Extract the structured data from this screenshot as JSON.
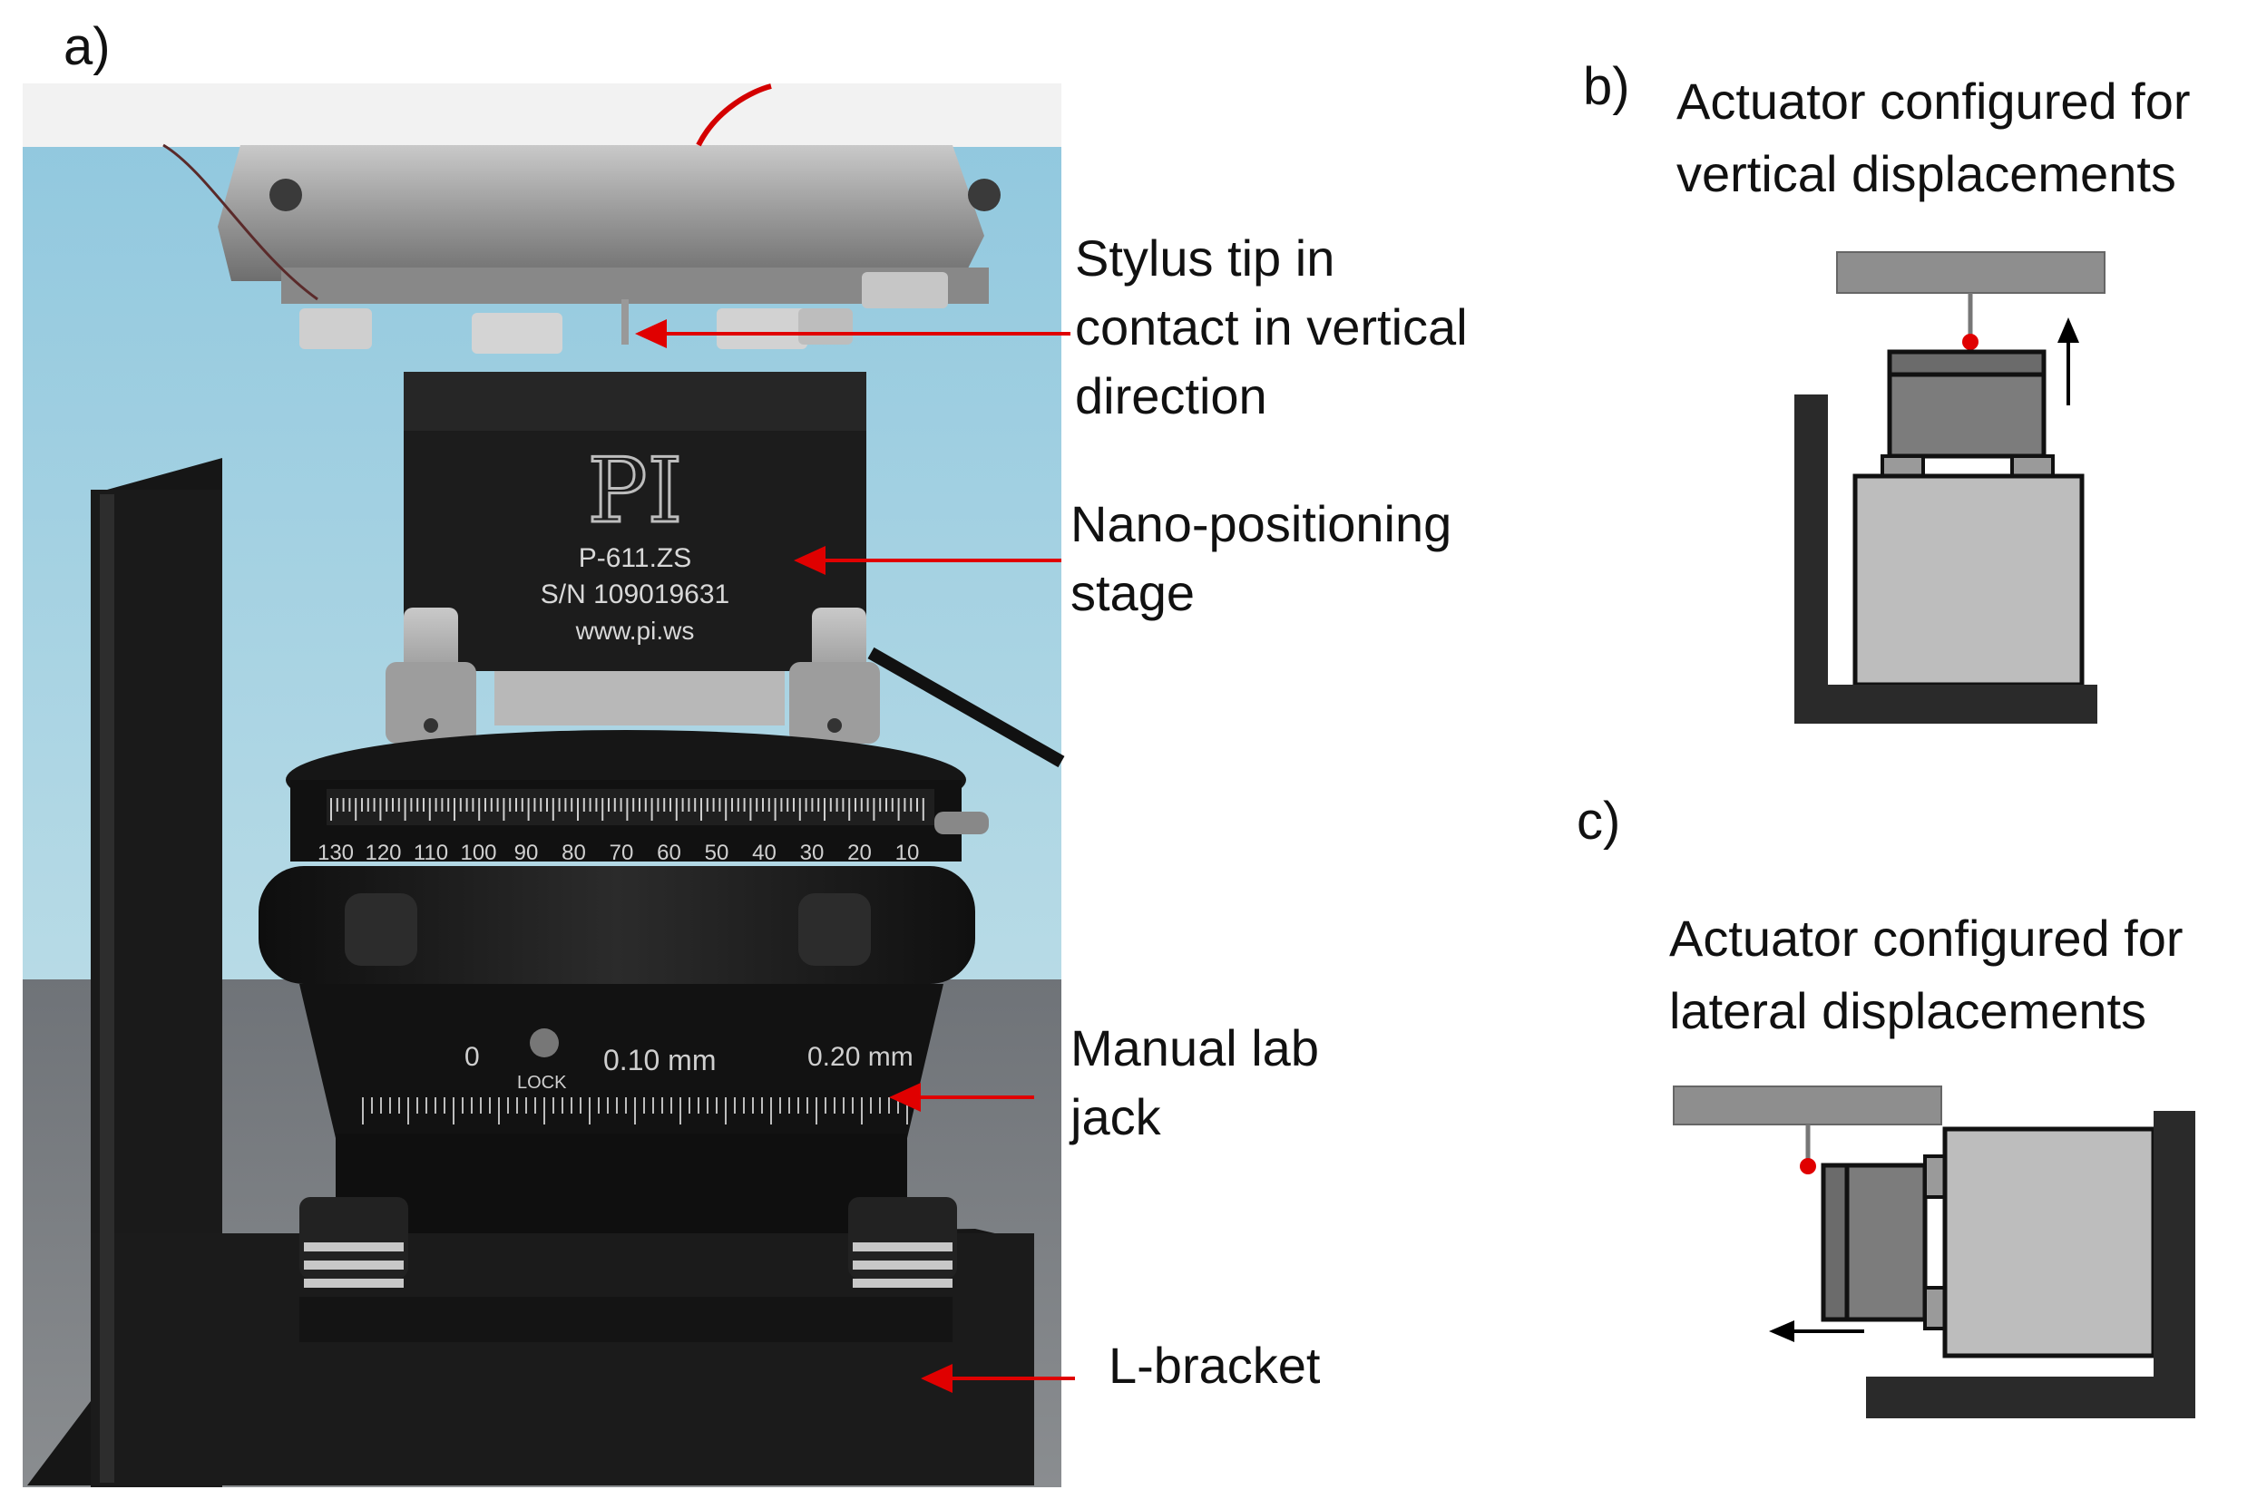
{
  "panels": {
    "a": {
      "label": "a)"
    },
    "b": {
      "label": "b)",
      "caption_line1": "Actuator configured for",
      "caption_line2": "vertical displacements"
    },
    "c": {
      "label": "c)",
      "caption_line1": "Actuator configured for",
      "caption_line2": "lateral displacements"
    }
  },
  "callouts": {
    "stylus": {
      "line1": "Stylus tip in",
      "line2": "contact in vertical",
      "line3": "direction"
    },
    "stage": {
      "line1": "Nano-positioning",
      "line2": "stage"
    },
    "jack": {
      "line1": "Manual lab",
      "line2": "jack"
    },
    "bracket": {
      "line1": "L-bracket"
    }
  },
  "photo_text": {
    "brand": "PI",
    "model": "P-611.ZS",
    "serial": "S/N 109019631",
    "web": "www.pi.ws",
    "dial_numbers": [
      "130",
      "120",
      "110",
      "100",
      "90",
      "80",
      "70",
      "60",
      "50",
      "40",
      "30",
      "20",
      "10"
    ],
    "jack_zero": "0",
    "jack_lock": "LOCK",
    "jack_mid": "0.10 mm",
    "jack_right": "0.20 mm"
  },
  "colors": {
    "arrow": "#e00000",
    "sky": "#a9d3e3",
    "metal": "#9fa0a2",
    "dark": "#1e1e1e",
    "diagram_dark": "#2a2a2a",
    "diagram_gray": "#8f8f8f",
    "diagram_light": "#bdbdbd"
  }
}
